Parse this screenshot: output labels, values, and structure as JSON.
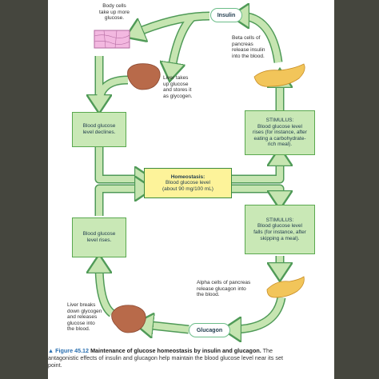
{
  "diagram": {
    "body_cells_label": "Body cells\ntake up more\nglucose.",
    "insulin_label": "Insulin",
    "beta_cells_label": "Beta cells of\npancreas\nrelease insulin\ninto the blood.",
    "liver_takes_label": "Liver takes\nup glucose\nand stores it\nas glycogen.",
    "declines_label": "Blood glucose\nlevel declines.",
    "stimulus_rises": {
      "title": "STIMULUS:",
      "text": "Blood glucose level\nrises (for instance, after\neating a carbohydrate-\nrich meal)."
    },
    "homeostasis": {
      "title": "Homeostasis:",
      "text": "Blood glucose level\n(about 90 mg/100 mL)"
    },
    "stimulus_falls": {
      "title": "STIMULUS:",
      "text": "Blood glucose level\nfalls (for instance, after\nskipping a meal)."
    },
    "rises_label": "Blood glucose\nlevel rises.",
    "alpha_cells_label": "Alpha cells of pancreas\nrelease glucagon into\nthe blood.",
    "liver_breaks_label": "Liver breaks\ndown glycogen\nand releases\nglucose into\nthe blood.",
    "glucagon_label": "Glucagon"
  },
  "caption": {
    "figure": "▲ Figure 45.12",
    "title": "Maintenance of glucose homeostasis by insulin and glucagon.",
    "text": "The antagonistic effects of insulin and glucagon help maintain the blood glucose level near its set point."
  },
  "colors": {
    "arrow_fill": "#c6e5b1",
    "arrow_edge": "#4f9a57",
    "box_green": "#c9e8b6",
    "box_yellow": "#fdf39a",
    "liver": "#b86a4a",
    "pancreas": "#f2c55a",
    "body_cells": "#f3b8e0"
  }
}
